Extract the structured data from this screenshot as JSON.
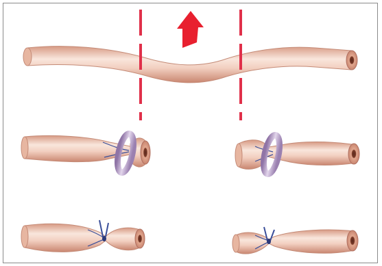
{
  "figure": {
    "background": "#ffffff",
    "border_color": "#8a8a8a",
    "colors": {
      "tube_light": "#f7e3d8",
      "tube_mid": "#eab8a2",
      "tube_dark": "#c98670",
      "lumen": "#5a2a1e",
      "cut_line": "#e0304a",
      "arrow": "#e8202f",
      "ring": "#c9b3d6",
      "ring_dark": "#8f74a6",
      "suture": "#3a4f9a"
    },
    "panels": [
      {
        "name": "intact-tube-with-cut-segment"
      },
      {
        "name": "ring-ligated-ends"
      },
      {
        "name": "sutured-tied-ends"
      }
    ],
    "icons": [
      "up-arrow-icon",
      "cut-line-left",
      "cut-line-right",
      "ligation-ring",
      "suture-knot"
    ]
  }
}
